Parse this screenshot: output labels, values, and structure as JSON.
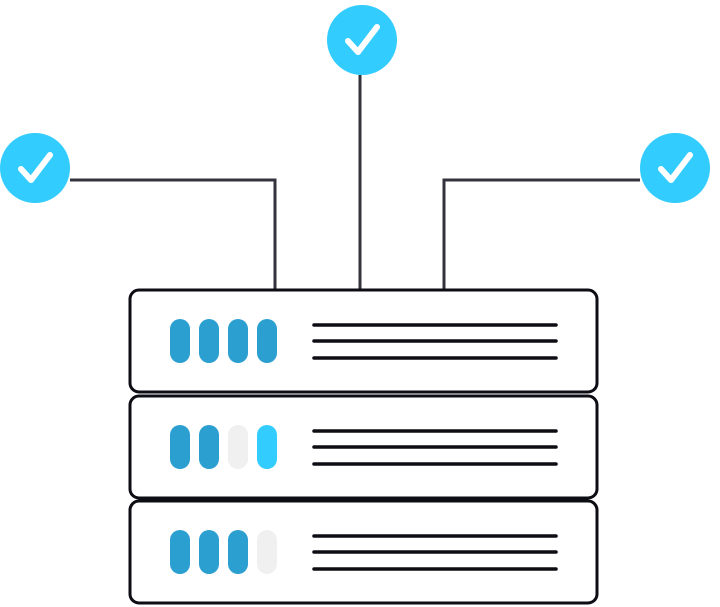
{
  "colors": {
    "background": "#ffffff",
    "outline": "#0d0d14",
    "connector": "#33333d",
    "check_badge": "#33ccff",
    "check_mark": "#ffffff",
    "led_on": "#2a9fd0",
    "led_bright": "#33ccff",
    "led_off": "#f0f0f0",
    "unit_fill": "#ffffff"
  },
  "badges": [
    {
      "name": "left-check-icon",
      "icon": "check-icon"
    },
    {
      "name": "top-check-icon",
      "icon": "check-icon"
    },
    {
      "name": "right-check-icon",
      "icon": "check-icon"
    }
  ],
  "server_units": [
    {
      "name": "server-unit-1",
      "leds": [
        "on",
        "on",
        "on",
        "on"
      ],
      "lines": 3
    },
    {
      "name": "server-unit-2",
      "leds": [
        "on",
        "on",
        "off",
        "bright"
      ],
      "lines": 3
    },
    {
      "name": "server-unit-3",
      "leds": [
        "on",
        "on",
        "on",
        "off"
      ],
      "lines": 3
    }
  ]
}
